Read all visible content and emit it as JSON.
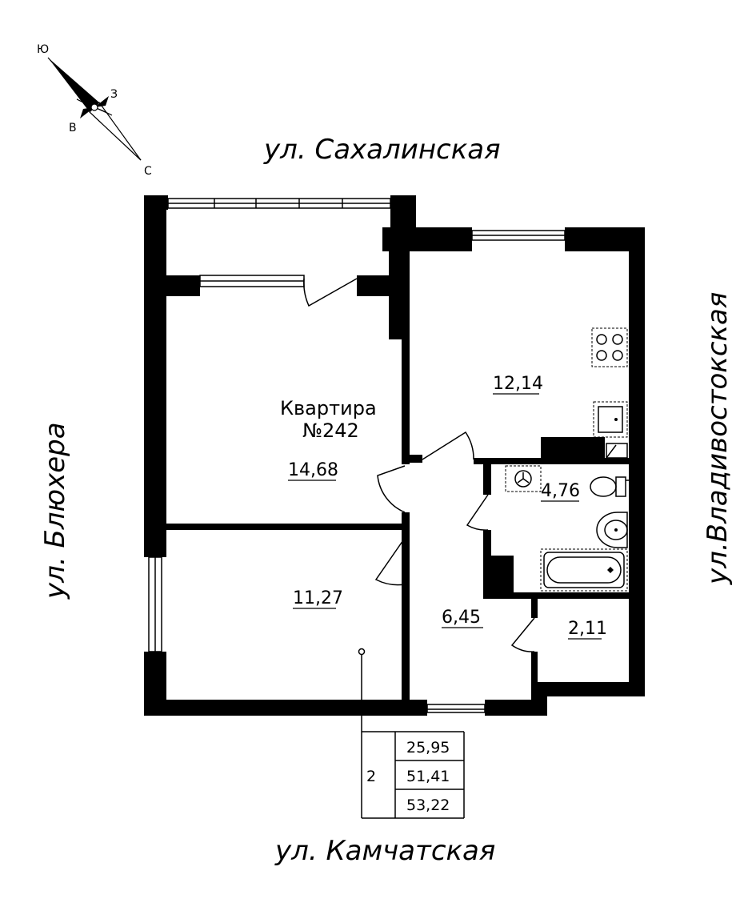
{
  "streets": {
    "north": "ул. Сахалинская",
    "south": "ул. Камчатская",
    "west": "ул. Блюхера",
    "east": "ул.Владивостокская"
  },
  "compass": {
    "n": "С",
    "s": "Ю",
    "e": "В",
    "w": "З"
  },
  "apartment": {
    "title": "Квартира",
    "number": "№242"
  },
  "rooms": [
    {
      "area": "14,68"
    },
    {
      "area": "12,14"
    },
    {
      "area": "11,27"
    },
    {
      "area": "6,45"
    },
    {
      "area": "4,76"
    },
    {
      "area": "2,11"
    }
  ],
  "summary": {
    "rooms_count": "2",
    "living_area": "25,95",
    "total_area": "51,41",
    "total_area_with_balcony": "53,22"
  }
}
